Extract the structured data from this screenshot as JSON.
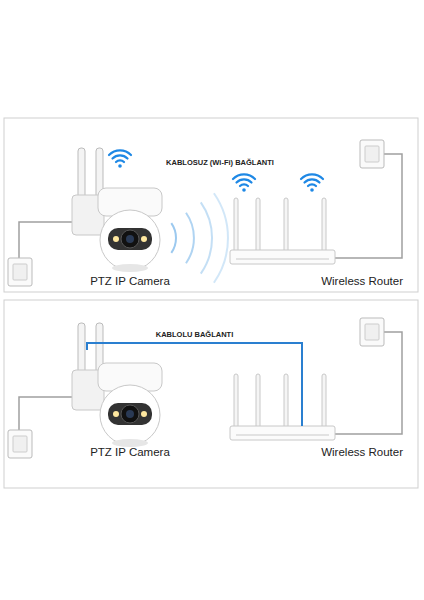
{
  "diagram": {
    "nodes": [
      {
        "text": [
          "PTZ IP Camera"
        ]
      },
      {
        "text": [
          "Wireless Router"
        ]
      },
      {
        "text": [
          "PTZ IP Camera"
        ]
      },
      {
        "text": [
          "Wireless Router"
        ]
      }
    ],
    "edges": [
      {
        "from": 2,
        "to": 3,
        "arrow": "none",
        "label": "KABLOLU BAĞLANTI"
      }
    ],
    "labels": [
      "KABLOSUZ (Wi-Fi) BAĞLANTI"
    ]
  }
}
